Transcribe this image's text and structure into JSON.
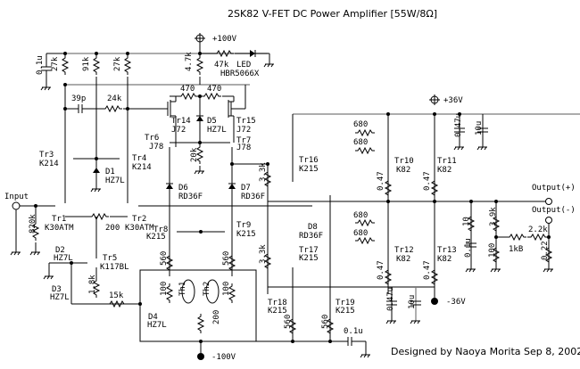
{
  "title": "2SK82 V-FET DC Power Amplifier [55W/8Ω]",
  "credit": "Designed by Naoya Morita Sep 8, 2002",
  "rails": {
    "pos_high": "+100V",
    "neg_high": "-100V",
    "pos_low": "+36V",
    "neg_low": "-36V"
  },
  "terminals": {
    "input": "Input",
    "output_pos": "Output(+)",
    "output_neg": "Output(-)"
  },
  "led": {
    "label": "LED",
    "part": "HBR5066X",
    "resistor": "47k"
  },
  "transistors": [
    {
      "ref": "Tr1",
      "part": "K30ATM"
    },
    {
      "ref": "Tr2",
      "part": "K30ATM"
    },
    {
      "ref": "Tr3",
      "part": "K214"
    },
    {
      "ref": "Tr4",
      "part": "K214"
    },
    {
      "ref": "Tr5",
      "part": "K117BL"
    },
    {
      "ref": "Tr6",
      "part": "J78"
    },
    {
      "ref": "Tr7",
      "part": "J78"
    },
    {
      "ref": "Tr8",
      "part": "K215"
    },
    {
      "ref": "Tr9",
      "part": "K215"
    },
    {
      "ref": "Tr10",
      "part": "K82"
    },
    {
      "ref": "Tr11",
      "part": "K82"
    },
    {
      "ref": "Tr12",
      "part": "K82"
    },
    {
      "ref": "Tr13",
      "part": "K82"
    },
    {
      "ref": "Tr14",
      "part": "J72"
    },
    {
      "ref": "Tr15",
      "part": "J72"
    },
    {
      "ref": "Tr16",
      "part": "K215"
    },
    {
      "ref": "Tr17",
      "part": "K215"
    },
    {
      "ref": "Tr18",
      "part": "K215"
    },
    {
      "ref": "Tr19",
      "part": "K215"
    }
  ],
  "diodes": [
    {
      "ref": "D1",
      "part": "HZ7L"
    },
    {
      "ref": "D2",
      "part": "HZ7L"
    },
    {
      "ref": "D3",
      "part": "HZ7L"
    },
    {
      "ref": "D4",
      "part": "HZ7L"
    },
    {
      "ref": "D5",
      "part": "HZ7L"
    },
    {
      "ref": "D6",
      "part": "RD36F"
    },
    {
      "ref": "D7",
      "part": "RD36F"
    },
    {
      "ref": "D8",
      "part": "RD36F"
    }
  ],
  "thermistors": [
    "Th1",
    "Th2"
  ],
  "resistors": {
    "r_27k_a": "27k",
    "r_91k": "91k",
    "r_27k_b": "27k",
    "r_4k7": "4.7k",
    "r_24k": "24k",
    "r_470_a": "470",
    "r_470_b": "470",
    "r_20k": "20k",
    "r_820k": "820k",
    "r_200_bal": "200",
    "r_1k8": "1.8k",
    "r_15k": "15k",
    "r_560_a": "560",
    "r_560_b": "560",
    "r_100_a": "100",
    "r_100_b": "100",
    "r_200_pot": "200",
    "r_3k3_a": "3.3k",
    "r_3k3_b": "3.3k",
    "r_680_a": "680",
    "r_680_b": "680",
    "r_680_c": "680",
    "r_680_d": "680",
    "r_047_a": "0.47",
    "r_047_b": "0.47",
    "r_047_c": "0.47",
    "r_047_d": "0.47",
    "r_10": "10",
    "r_3k9": "3.9k",
    "r_100_c": "100",
    "r_2k2": "2.2k",
    "r_022": "0.22",
    "pot_1kb": "1kB",
    "r_560_c": "560",
    "r_560_d": "560"
  },
  "capacitors": {
    "c_01u_top": "0.1u",
    "c_39p": "39p",
    "c_047u_top": "0.47u",
    "c_10u_top": "10u",
    "c_01u_out": "0.1u",
    "c_047u_bot": "0.47u",
    "c_10u_bot": "10u",
    "c_01u_bot": "0.1u"
  }
}
